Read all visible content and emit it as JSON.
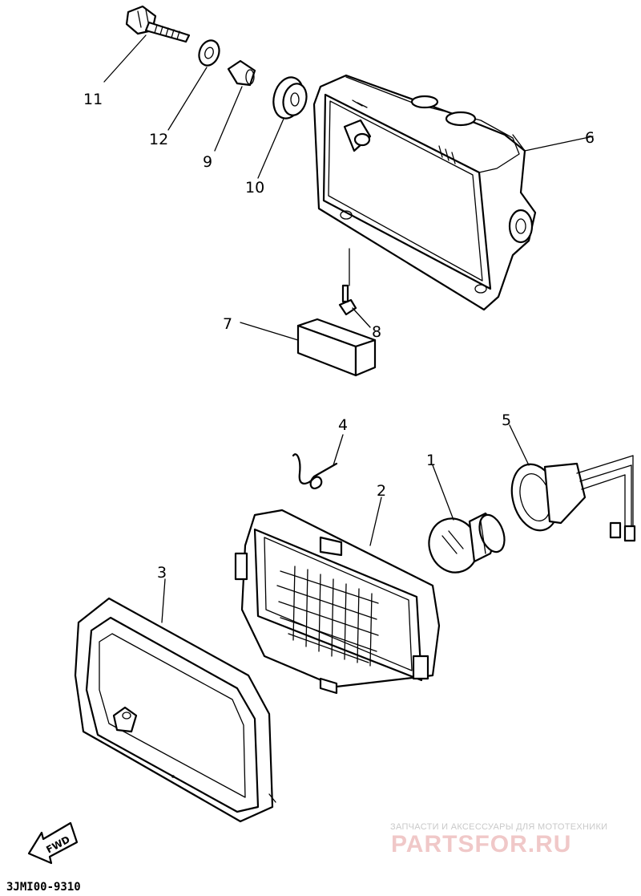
{
  "diagram": {
    "callouts": [
      "11",
      "12",
      "9",
      "10",
      "6",
      "7",
      "8",
      "4",
      "5",
      "1",
      "2",
      "3"
    ],
    "direction_label": "FWD",
    "drawing_code": "3JMI00-9310"
  },
  "watermark": {
    "caption": "ЗАПЧАСТИ И АКСЕССУАРЫ ДЛЯ МОТОТЕХНИКИ",
    "brand": "PARTSFOR.RU"
  }
}
